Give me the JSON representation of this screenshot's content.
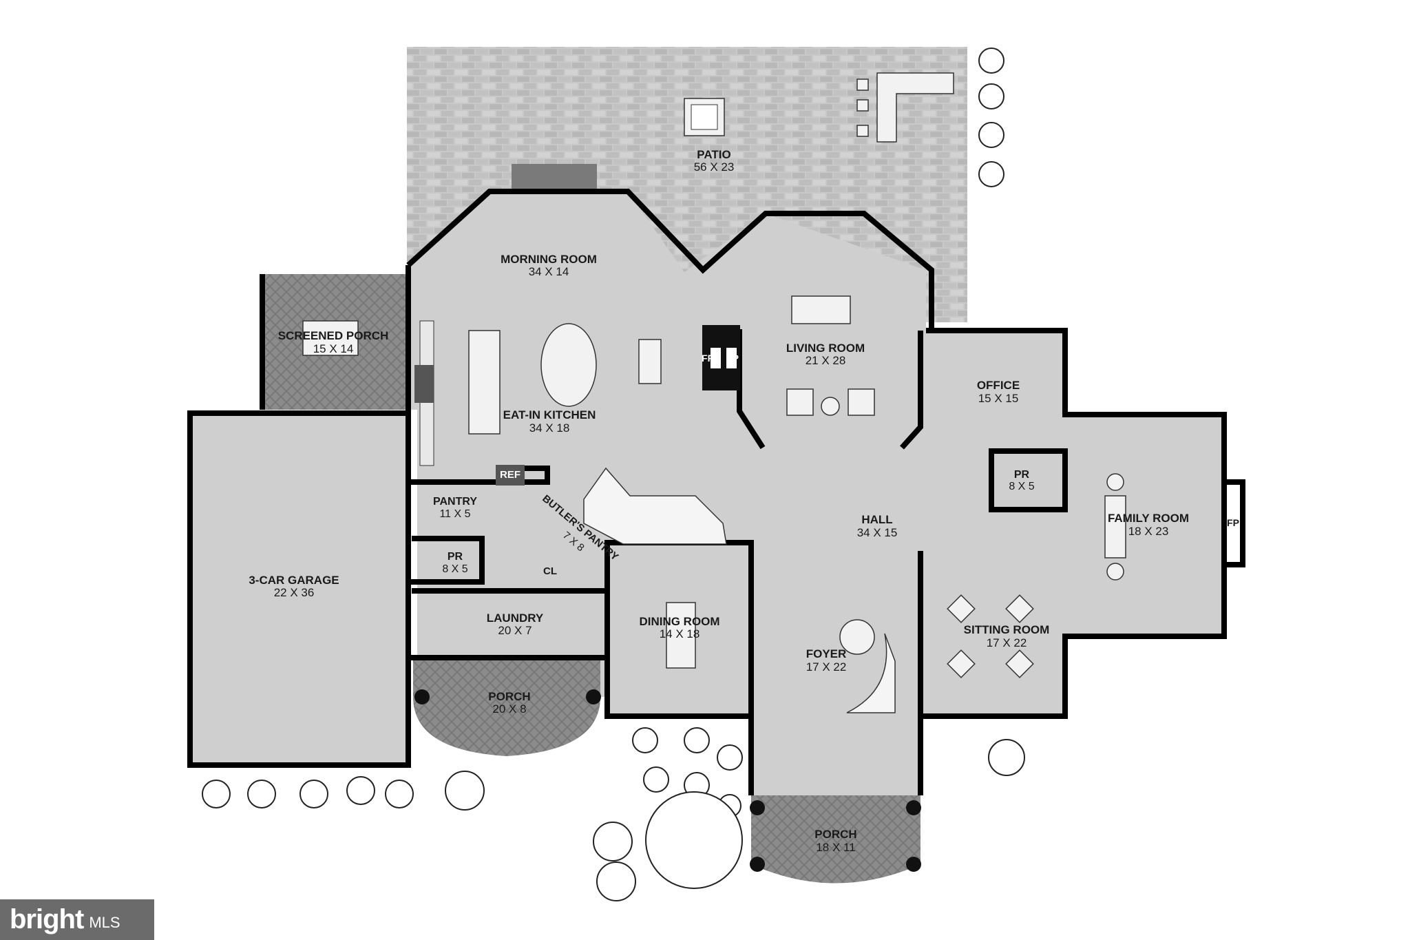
{
  "rooms": {
    "patio": {
      "name": "PATIO",
      "dim": "56 X 23"
    },
    "morning": {
      "name": "MORNING ROOM",
      "dim": "34 X 14"
    },
    "screened": {
      "name": "SCREENED PORCH",
      "dim": "15 X 14"
    },
    "kitchen": {
      "name": "EAT-IN KITCHEN",
      "dim": "34 X 18"
    },
    "living": {
      "name": "LIVING ROOM",
      "dim": "21 X 28"
    },
    "office": {
      "name": "OFFICE",
      "dim": "15 X 15"
    },
    "pr_right": {
      "name": "PR",
      "dim": "8 X 5"
    },
    "family": {
      "name": "FAMILY ROOM",
      "dim": "18 X 23"
    },
    "hall": {
      "name": "HALL",
      "dim": "34 X 15"
    },
    "pantry": {
      "name": "PANTRY",
      "dim": "11 X 5"
    },
    "butlers": {
      "name": "BUTLER'S PANTRY",
      "dim": "7 X 8"
    },
    "pr_left": {
      "name": "PR",
      "dim": "8 X 5"
    },
    "garage": {
      "name": "3-CAR GARAGE",
      "dim": "22 X 36"
    },
    "laundry": {
      "name": "LAUNDRY",
      "dim": "20 X 7"
    },
    "dining": {
      "name": "DINING ROOM",
      "dim": "14 X 18"
    },
    "foyer": {
      "name": "FOYER",
      "dim": "17 X 22"
    },
    "sitting": {
      "name": "SITTING ROOM",
      "dim": "17 X 22"
    },
    "porch_left": {
      "name": "PORCH",
      "dim": "20 X 8"
    },
    "porch_front": {
      "name": "PORCH",
      "dim": "18 X 11"
    }
  },
  "labels": {
    "ref": "REF",
    "cl": "CL",
    "fp1": "FP",
    "fp2": "FP",
    "fp3": "FP"
  },
  "logo": {
    "brand": "bright",
    "suffix": "MLS"
  }
}
